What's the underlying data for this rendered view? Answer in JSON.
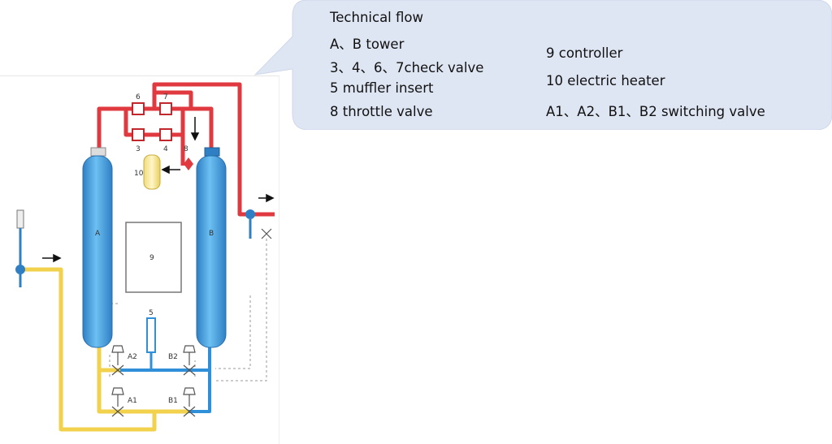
{
  "legend": {
    "col1": [
      "Technical flow",
      "A、B tower",
      "3、4、6、7check valve",
      "5 muffler insert",
      "8 throttle valve"
    ],
    "col2": [
      "9 controller",
      "10 electric heater",
      "A1、A2、B1、B2  switching valve"
    ]
  },
  "diagram": {
    "tower_a": "A",
    "tower_b": "B",
    "check_valves": [
      "6",
      "7",
      "3",
      "4"
    ],
    "throttle": "8",
    "heater": "10",
    "controller": "9",
    "muffler": "5",
    "valves": [
      "A2",
      "B2",
      "A1",
      "B1"
    ]
  },
  "colors": {
    "hot_pipe": "#e0393f",
    "dry_pipe": "#2f8fd8",
    "wet_pipe": "#f2d24c",
    "tower": "#4aa9e6",
    "callout": "#dfe6f3"
  }
}
